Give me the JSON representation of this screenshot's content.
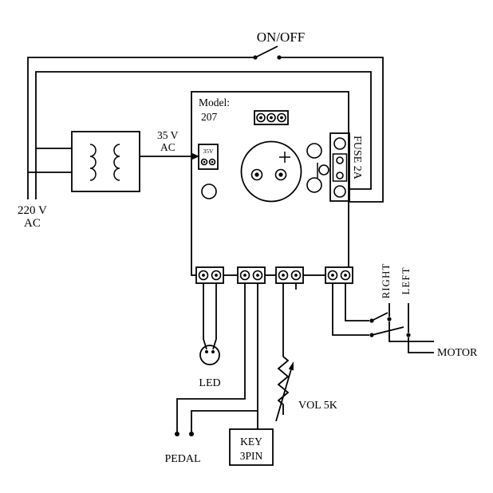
{
  "diagram_type": "circuit-schematic",
  "power": {
    "switch_label": "ON/OFF",
    "mains_voltage": "220 V",
    "mains_unit": "AC",
    "secondary_voltage": "35 V",
    "secondary_unit": "AC",
    "fuse_label": "FUSE 2A"
  },
  "board": {
    "model_label": "Model:",
    "model_number": "207",
    "secondary_connector_label": "35V"
  },
  "peripherals": {
    "led": "LED",
    "pedal": "PEDAL",
    "key_line1": "KEY",
    "key_line2": "3PIN",
    "vol": "VOL 5K",
    "motor": "MOTOR",
    "direction_right": "RIGHT",
    "direction_left": "LEFT"
  },
  "colors": {
    "ink": "#000000",
    "paper": "#ffffff"
  }
}
